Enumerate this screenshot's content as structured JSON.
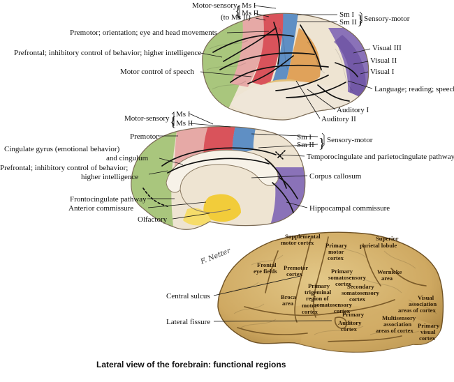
{
  "top_view": {
    "motor_sensory": "Motor-sensory",
    "ms_i": "Ms I",
    "ms_ii": "Ms II",
    "to_ms_ii": "(to Ms II)",
    "sm_i": "Sm I",
    "sm_ii": "Sm II",
    "sensory_motor": "Sensory-motor",
    "premotor": "Premotor; orientation; eye and head movements",
    "prefrontal": "Prefrontal; inhibitory control of behavior; higher intelligence",
    "motor_speech": "Motor control of speech",
    "visual_iii": "Visual III",
    "visual_ii": "Visual II",
    "visual_i": "Visual I",
    "language": "Language; reading; speech",
    "auditory_i": "Auditory I",
    "auditory_ii": "Auditory II"
  },
  "medial_view": {
    "motor_sensory": "Motor-sensory",
    "ms_i": "Ms I",
    "ms_ii": "Ms II",
    "premotor": "Premotor",
    "sm_i": "Sm I",
    "sm_ii": "Sm II",
    "sensory_motor": "Sensory-motor",
    "cingulate_1": "Cingulate gyrus (emotional behavior)",
    "cingulate_2": "and cingulum",
    "temporocingulate": "Temporocingulate and parietocingulate pathway",
    "prefrontal_1": "Prefrontal; inhibitory control of behavior;",
    "prefrontal_2": "higher intelligence",
    "corpus_callosum": "Corpus callosum",
    "frontocingulate": "Frontocingulate pathway",
    "anterior_commissure": "Anterior commissure",
    "hippocampal_commissure": "Hippocampal commissure",
    "olfactory": "Olfactory"
  },
  "lateral_view": {
    "supplemental_motor_1": "Supplemental",
    "supplemental_motor_2": "motor cortex",
    "primary_motor_1": "Primary",
    "primary_motor_2": "motor",
    "primary_motor_3": "cortex",
    "superior_parietal_1": "Superior",
    "superior_parietal_2": "parietal lobule",
    "frontal_eye_1": "Frontal",
    "frontal_eye_2": "eye fields",
    "premotor_1": "Premotor",
    "premotor_2": "cortex",
    "primary_somato_1": "Primary",
    "primary_somato_2": "somatosensory",
    "primary_somato_3": "cortex",
    "wernicke_1": "Wernicke",
    "wernicke_2": "area",
    "secondary_somato_1": "Secondary",
    "secondary_somato_2": "somatosensory",
    "secondary_somato_3": "cortex",
    "trigeminal_1": "Primary",
    "trigeminal_2": "trigeminal",
    "trigeminal_3": "region of",
    "trigeminal_4": "somatosensory",
    "trigeminal_5": "cortex",
    "broca_1": "Broca",
    "broca_2": "area",
    "motor_cortex_1": "motor",
    "motor_cortex_2": "cortex",
    "visual_assoc_1": "Visual",
    "visual_assoc_2": "association",
    "visual_assoc_3": "areas of cortex",
    "central_sulcus": "Central sulcus",
    "lateral_fissure": "Lateral fissure",
    "primary_auditory_1": "Primary",
    "primary_auditory_2": "Auditory",
    "primary_auditory_3": "cortex",
    "multisensory_1": "Multisensory",
    "multisensory_2": "association",
    "multisensory_3": "areas of cortex",
    "primary_visual_1": "Primary",
    "primary_visual_2": "visual",
    "primary_visual_3": "cortex",
    "signature": "F. Netter"
  },
  "caption": "Lateral view of the forebrain: functional regions"
}
